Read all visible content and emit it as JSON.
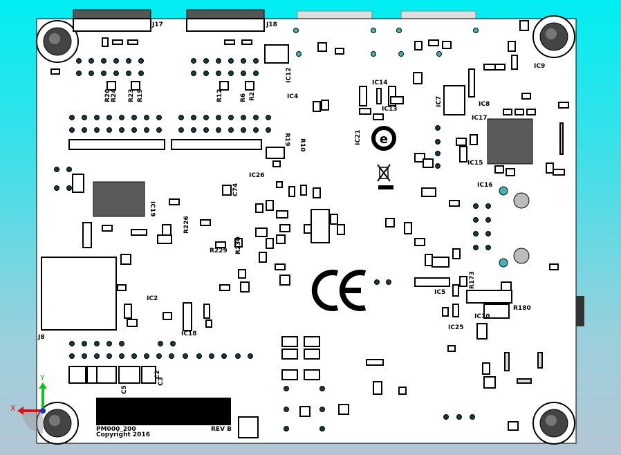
{
  "view": {
    "title": "PCB 3D top view"
  },
  "axes": {
    "x": "X",
    "y": "Y"
  },
  "board": {
    "silk_text_line1": "PM000_200",
    "silk_text_line2": "Copyright 2016",
    "revision": "REV B"
  },
  "designators": [
    "J17",
    "J18",
    "J8",
    "IC12",
    "IC4",
    "IC14",
    "IC13",
    "IC7",
    "IC8",
    "IC17",
    "IC9",
    "IC21",
    "IC26",
    "IC15",
    "IC16",
    "IC19",
    "IC2",
    "IC18",
    "IC5",
    "IC25",
    "IC10",
    "R173",
    "R180",
    "R226",
    "R229",
    "R230",
    "C74",
    "R19",
    "R10",
    "R12",
    "R6",
    "R2",
    "R20",
    "R24",
    "R23",
    "R19",
    "C2",
    "C3",
    "C5"
  ],
  "colors": {
    "board": "#ffffff",
    "chip": "#5a5a5a",
    "via": "#3fb5b8",
    "axis_x": "#e01010",
    "axis_y": "#10c020",
    "background_top": "#00eef2"
  }
}
